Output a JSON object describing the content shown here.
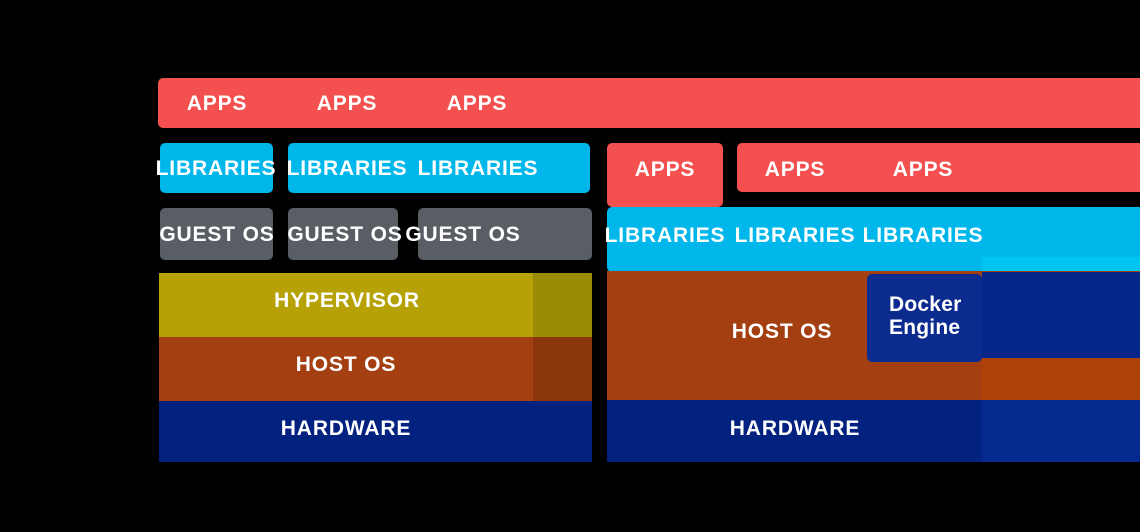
{
  "diagram_type": "vm-vs-container-architecture",
  "colors": {
    "red": "#F3504F",
    "cyan": "#00B7EB",
    "cyan_light": "#00C4F2",
    "gray": "#585E64",
    "olive": "#B6A206",
    "rust": "#A33F10",
    "rust_light": "#AE4106",
    "navy": "#03217F",
    "navy_box": "#042589",
    "docker_blue": "#0B2B8F",
    "hardware_right": "#06298F",
    "text": "#FFFFFF",
    "background": "#000000"
  },
  "left": {
    "apps_labels": [
      "APPS",
      "APPS",
      "APPS"
    ],
    "libraries_labels": [
      "LIBRARIES",
      "LIBRARIES",
      "LIBRARIES"
    ],
    "guest_os_labels": [
      "GUEST OS",
      "GUEST OS",
      "GUEST OS"
    ],
    "hypervisor_label": "HYPERVISOR",
    "host_os_label": "HOST OS",
    "hardware_label": "HARDWARE"
  },
  "right": {
    "apps_labels": [
      "APPS",
      "APPS",
      "APPS"
    ],
    "libraries_labels": [
      "LIBRARIES",
      "LIBRARIES",
      "LIBRARIES"
    ],
    "host_os_label": "HOST OS",
    "docker_engine_lines": [
      "Docker",
      "Engine"
    ],
    "hardware_label": "HARDWARE"
  }
}
